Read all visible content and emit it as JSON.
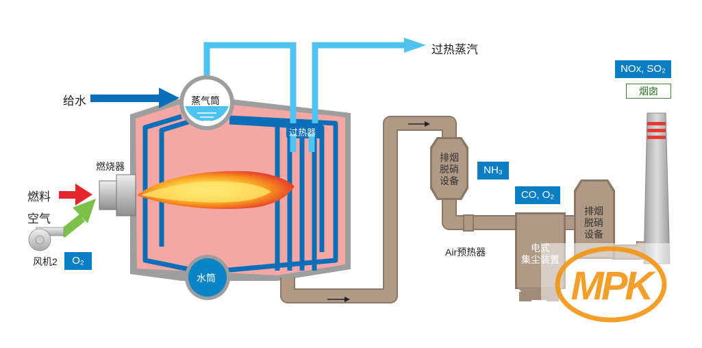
{
  "labels": {
    "feedwater": "给水",
    "superheated_steam": "过热蒸汽",
    "burner": "燃烧器",
    "fuel": "燃料",
    "air": "空气",
    "fan": "风机2",
    "o2": "O₂",
    "steam_drum": "蒸气筒",
    "water_drum": "水筒",
    "superheater": "过热器",
    "denox_1": "排烟\n脱硝\n设备",
    "nh3": "NH₃",
    "co_o2": "CO, O₂",
    "air_preheater": "Air预热器",
    "dust_collector": "电式\n集尘装置",
    "denox_2": "排烟\n脱硝\n设备",
    "nox_so2": "NOx, SO₂",
    "chimney": "烟囱"
  },
  "logo": {
    "text": "MPK"
  },
  "colors": {
    "steam_pipe": "#4fc3ef",
    "water_pipe": "#0a6fb8",
    "boiler_fill": "#f4a7a5",
    "flue_duct": "#b09a86",
    "fuel_arrow": "#e5262d",
    "air_arrow": "#7cc04a",
    "tag_blue": "#0b7dc3",
    "logo_orange": "#f39a1f"
  }
}
